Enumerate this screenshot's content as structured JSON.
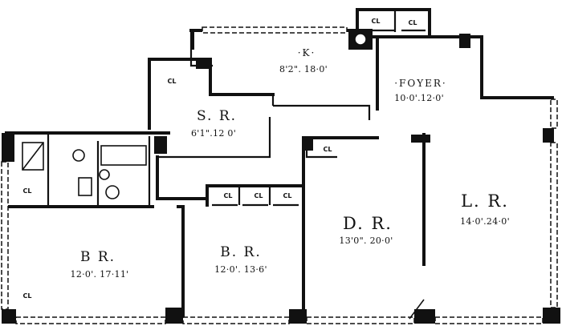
{
  "rooms": {
    "kitchen": {
      "name": "·K·",
      "dims": "8'2\". 18·0'"
    },
    "foyer": {
      "name": "·FOYER·",
      "dims": "10·0'.12·0'"
    },
    "service_room": {
      "name": "S. R.",
      "dims": "6'1\".12 0'"
    },
    "living_room": {
      "name": "L. R.",
      "dims": "14·0'.24·0'"
    },
    "dining_room": {
      "name": "D. R.",
      "dims": "13'0\". 20·0'"
    },
    "bedroom_center": {
      "name": "B. R.",
      "dims": "12·0'. 13·6'"
    },
    "bedroom_left": {
      "name": "B R.",
      "dims": "12·0'. 17·11'"
    }
  },
  "closets": {
    "kitchen_1": "CL",
    "kitchen_2": "CL",
    "service": "CL",
    "foyer": "CL",
    "bath": "CL",
    "hall_1": "CL",
    "hall_2": "CL",
    "hall_3": "CL",
    "bedroom": "CL"
  }
}
